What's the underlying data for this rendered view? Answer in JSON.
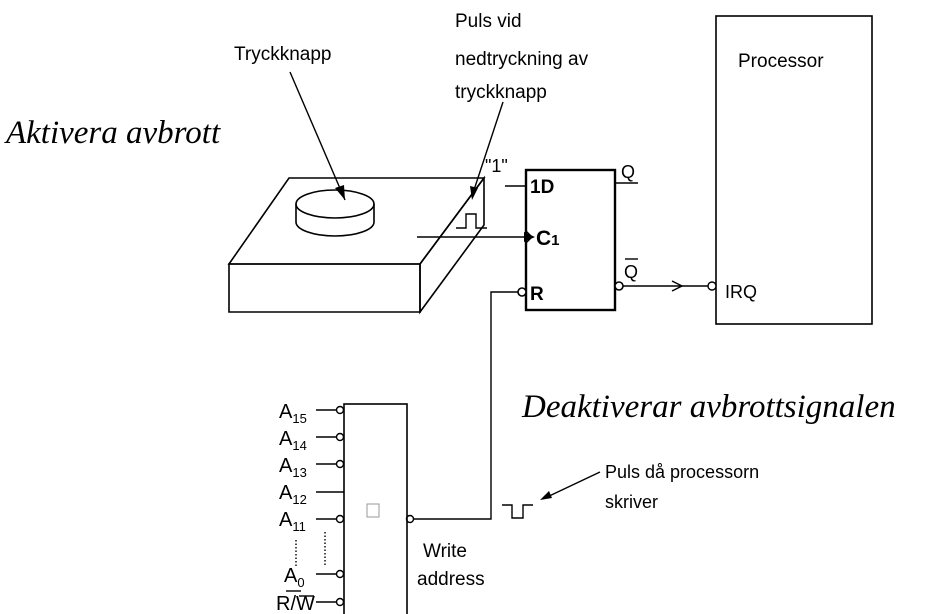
{
  "labels": {
    "tryckknapp": "Tryckknapp",
    "puls_line1": "Puls vid",
    "puls_line2": "nedtryckning av",
    "puls_line3": "tryckknapp",
    "processor": "Processor",
    "aktivera": "Aktivera avbrott",
    "deaktiverar": "Deaktiverar avbrottsignalen",
    "one_input": "\"1\"",
    "q": "Q",
    "qbar": "Q",
    "irq": "IRQ",
    "puls_write_line1": "Puls då processorn",
    "puls_write_line2": "skriver",
    "write_line1": "Write",
    "write_line2": "address",
    "decoder_symbol": "□"
  },
  "flipflop": {
    "d_pin": "1D",
    "c_pin_main": "C",
    "c_pin_sub": "1",
    "r_pin": "R"
  },
  "address_pins": [
    {
      "base": "A",
      "sub": "15"
    },
    {
      "base": "A",
      "sub": "14"
    },
    {
      "base": "A",
      "sub": "13"
    },
    {
      "base": "A",
      "sub": "12"
    },
    {
      "base": "A",
      "sub": "11"
    },
    {
      "base": "A",
      "sub": "0"
    }
  ],
  "rw_pin": {
    "r": "R/",
    "w": "W"
  },
  "colors": {
    "stroke": "#000000",
    "background": "#ffffff"
  }
}
